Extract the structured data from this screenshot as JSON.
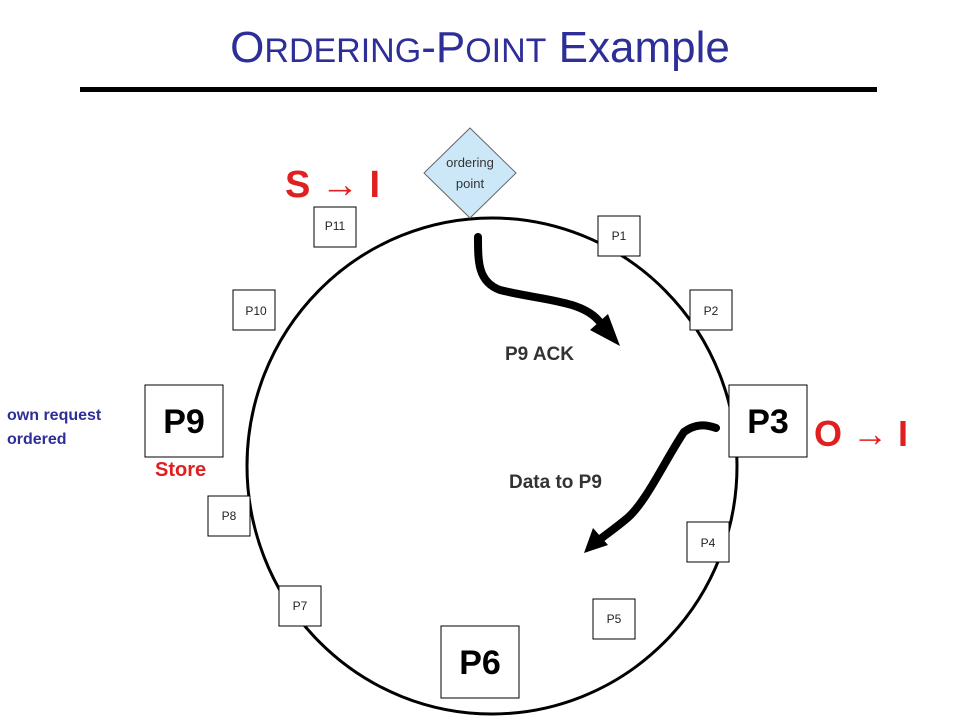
{
  "title": {
    "part1_cap": "O",
    "part1_rest": "RDERING",
    "dash": "-",
    "part2_cap": "P",
    "part2_rest": "OINT",
    "part3": " Example"
  },
  "ordering_point": {
    "line1": "ordering",
    "line2": "point"
  },
  "nodes_small": [
    "P1",
    "P2",
    "P4",
    "P5",
    "P7",
    "P8",
    "P10",
    "P11"
  ],
  "nodes_big": [
    "P9",
    "P3",
    "P6"
  ],
  "labels": {
    "s_to_i": "S → I",
    "o_to_i": "O → I",
    "p9_ack": "P9 ACK",
    "data_to_p9": "Data to P9",
    "store": "Store",
    "own_request_line1": "own request",
    "own_request_line2": "ordered"
  },
  "colors": {
    "title": "#2e2e99",
    "ordering_point_fill": "#cce8f8",
    "red": "#e02020",
    "blue_text": "#2e2e99"
  }
}
